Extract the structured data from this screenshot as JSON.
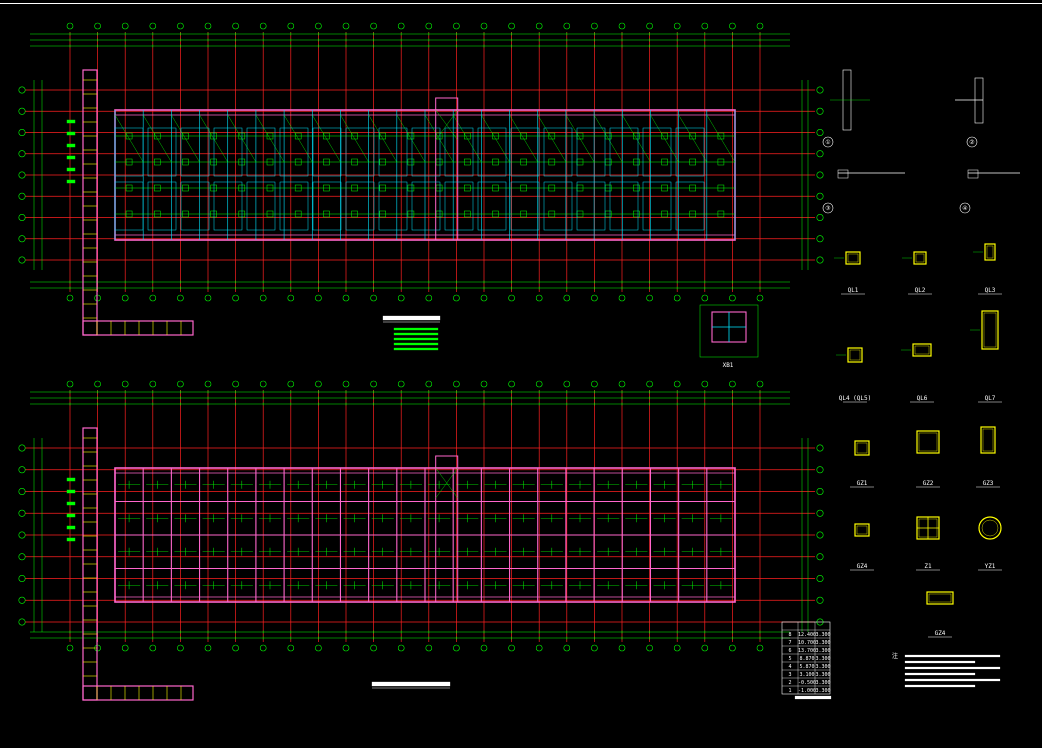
{
  "colors": {
    "background": "#000000",
    "axis": "#ff2020",
    "dim": "#00ff00",
    "wall": "#ff66cc",
    "beam": "#00e5ff",
    "section": "#ffff00",
    "text": "#ffffff",
    "bubble": "#00ff00"
  },
  "sections": {
    "details": [
      "①",
      "②",
      "③",
      "④"
    ],
    "ql": [
      "QL1",
      "QL2",
      "QL3",
      "QL4 (QL5)",
      "QL6",
      "QL7"
    ],
    "gz": [
      "GZ1",
      "GZ2",
      "GZ3",
      "GZ4",
      "Z1",
      "YZ1",
      "GZ4"
    ],
    "xb": "XB1"
  },
  "table": {
    "rows": [
      [
        "",
        "12.400",
        "3.300"
      ],
      [
        "",
        "10.700",
        "3.300"
      ],
      [
        "",
        "13.700",
        "3.300"
      ],
      [
        "",
        "8.870",
        "3.300"
      ],
      [
        "",
        "5.870",
        "3.300"
      ],
      [
        "",
        "3.100",
        "3.300"
      ],
      [
        "",
        "-0.500",
        "3.300"
      ],
      [
        "",
        "-1.000",
        "3.300"
      ]
    ]
  }
}
